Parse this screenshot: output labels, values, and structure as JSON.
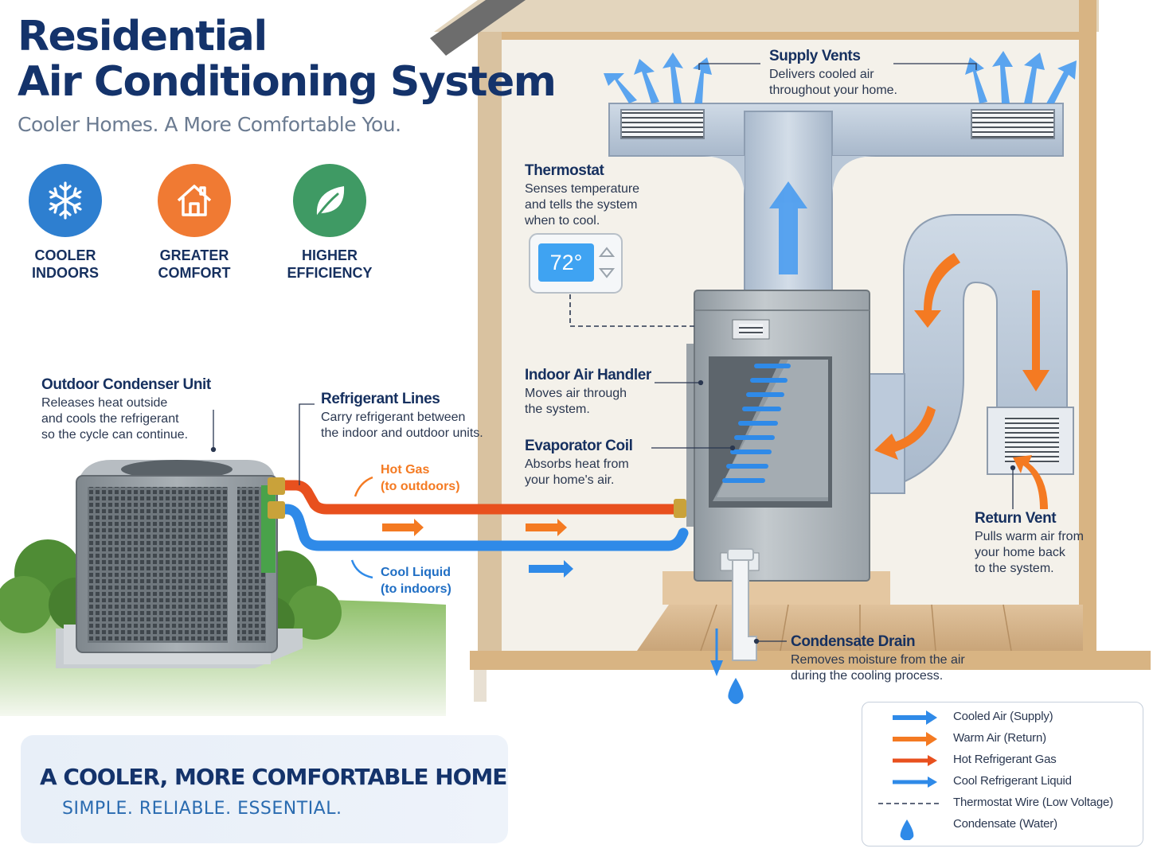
{
  "header": {
    "title_line1": "Residential",
    "title_line2": "Air Conditioning System",
    "subtitle": "Cooler Homes. A More Comfortable You."
  },
  "benefits": [
    {
      "label": "COOLER\nINDOORS",
      "icon": "snowflake-icon",
      "color": "#2e7fd0"
    },
    {
      "label": "GREATER\nCOMFORT",
      "icon": "house-icon",
      "color": "#f07a33"
    },
    {
      "label": "HIGHER\nEFFICIENCY",
      "icon": "leaf-icon",
      "color": "#3f9a64"
    }
  ],
  "labels": {
    "supply_vents": {
      "title": "Supply Vents",
      "desc": "Delivers cooled air\nthroughout your home."
    },
    "thermostat": {
      "title": "Thermostat",
      "desc": "Senses temperature\nand tells the system\nwhen to cool.",
      "reading": "72°"
    },
    "condenser": {
      "title": "Outdoor Condenser Unit",
      "desc": "Releases heat outside\nand cools the refrigerant\nso the cycle can continue."
    },
    "refrigerant_lines": {
      "title": "Refrigerant Lines",
      "desc": "Carry refrigerant between\nthe indoor and outdoor units."
    },
    "air_handler": {
      "title": "Indoor Air Handler",
      "desc": "Moves air through\nthe system."
    },
    "evaporator": {
      "title": "Evaporator Coil",
      "desc": "Absorbs heat from\nyour home's air."
    },
    "return_vent": {
      "title": "Return Vent",
      "desc": "Pulls warm air from\nyour home back\nto the system."
    },
    "condensate_drain": {
      "title": "Condensate Drain",
      "desc": "Removes moisture from the air\nduring the cooling process."
    }
  },
  "flows": {
    "hot_gas": "Hot Gas\n(to outdoors)",
    "cool_liquid": "Cool Liquid\n(to indoors)"
  },
  "banner": {
    "headline": "A COOLER, MORE COMFORTABLE HOME",
    "tagline": "SIMPLE. RELIABLE. ESSENTIAL."
  },
  "legend": [
    {
      "label": "Cooled Air (Supply)",
      "symbol": "blue-arrow"
    },
    {
      "label": "Warm Air (Return)",
      "symbol": "orange-arrow"
    },
    {
      "label": "Hot Refrigerant Gas",
      "symbol": "orange-line-arrow"
    },
    {
      "label": "Cool Refrigerant Liquid",
      "symbol": "blue-line-arrow"
    },
    {
      "label": "Thermostat Wire (Low Voltage)",
      "symbol": "dashed-line"
    },
    {
      "label": "Condensate (Water)",
      "symbol": "water-drop"
    }
  ],
  "colors": {
    "navy": "#14336b",
    "cool_blue": "#2f8ae8",
    "warm_orange": "#f47a22",
    "hot_gas": "#e8501e",
    "duct": "#b8c6d6"
  }
}
